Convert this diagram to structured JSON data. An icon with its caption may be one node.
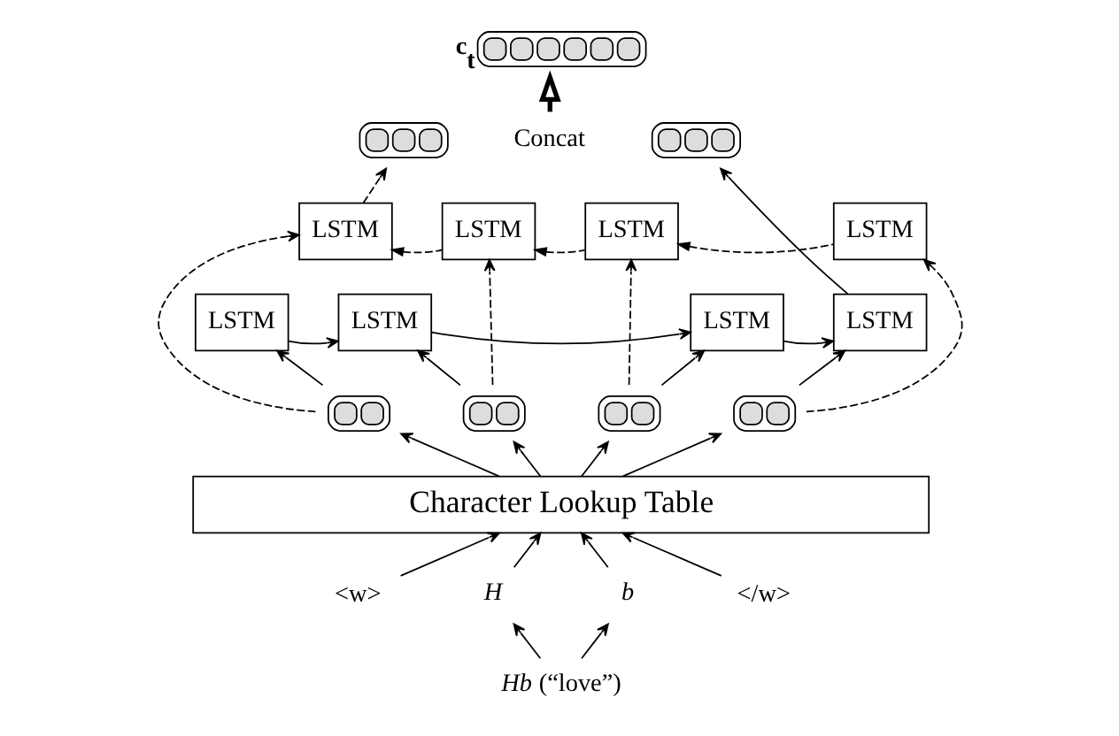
{
  "diagram": {
    "nodes": [
      {
        "text": [],
        "shape": "bar",
        "beside": [
          "c$_{t}$"
        ]
      },
      {
        "text": [],
        "shape": "bar"
      },
      {
        "text": [
          "Concat"
        ]
      },
      {
        "text": [],
        "shape": "bar"
      },
      {
        "text": [
          "LSTM"
        ]
      },
      {
        "text": [
          "LSTM"
        ]
      },
      {
        "text": [
          "LSTM"
        ]
      },
      {
        "text": [
          "LSTM"
        ]
      },
      {
        "text": [
          "LSTM"
        ]
      },
      {
        "text": [
          "LSTM"
        ]
      },
      {
        "text": [
          "LSTM"
        ]
      },
      {
        "text": [
          "LSTM"
        ]
      },
      {
        "text": [],
        "shape": "bar"
      },
      {
        "text": [],
        "shape": "bar"
      },
      {
        "text": [],
        "shape": "bar"
      },
      {
        "text": [],
        "shape": "bar"
      },
      {
        "text": [
          "Character Lookup Table"
        ]
      },
      {
        "text": [
          "<w>"
        ]
      },
      {
        "text": [
          "H"
        ]
      },
      {
        "text": [
          "b"
        ]
      },
      {
        "text": [
          "</w>"
        ]
      },
      {
        "text": [
          "*Hb* (“love”)"
        ]
      }
    ],
    "edges": [
      {
        "from": 2,
        "to": 0,
        "arrow": "to",
        "style": "thick"
      },
      {
        "from": 7,
        "to": 6,
        "arrow": "to",
        "style": "dashed"
      },
      {
        "from": 6,
        "to": 5,
        "arrow": "to",
        "style": "dashed"
      },
      {
        "from": 5,
        "to": 4,
        "arrow": "to",
        "style": "dashed"
      },
      {
        "from": 4,
        "to": 1,
        "arrow": "to",
        "style": "dashed"
      },
      {
        "from": 8,
        "to": 9,
        "arrow": "to"
      },
      {
        "from": 9,
        "to": 10,
        "arrow": "to"
      },
      {
        "from": 10,
        "to": 11,
        "arrow": "to"
      },
      {
        "from": 11,
        "to": 3,
        "arrow": "to"
      },
      {
        "from": 12,
        "to": 8,
        "arrow": "to"
      },
      {
        "from": 12,
        "to": 4,
        "arrow": "to",
        "style": "dashed"
      },
      {
        "from": 13,
        "to": 9,
        "arrow": "to"
      },
      {
        "from": 13,
        "to": 5,
        "arrow": "to",
        "style": "dashed"
      },
      {
        "from": 14,
        "to": 10,
        "arrow": "to"
      },
      {
        "from": 14,
        "to": 6,
        "arrow": "to",
        "style": "dashed"
      },
      {
        "from": 15,
        "to": 11,
        "arrow": "to"
      },
      {
        "from": 15,
        "to": 7,
        "arrow": "to",
        "style": "dashed"
      },
      {
        "from": 16,
        "to": 12,
        "arrow": "to"
      },
      {
        "from": 16,
        "to": 13,
        "arrow": "to"
      },
      {
        "from": 16,
        "to": 14,
        "arrow": "to"
      },
      {
        "from": 16,
        "to": 15,
        "arrow": "to"
      },
      {
        "from": 17,
        "to": 16,
        "arrow": "to"
      },
      {
        "from": 18,
        "to": 16,
        "arrow": "to"
      },
      {
        "from": 19,
        "to": 16,
        "arrow": "to"
      },
      {
        "from": 20,
        "to": 16,
        "arrow": "to"
      },
      {
        "from": 21,
        "to": 18,
        "arrow": "to"
      },
      {
        "from": 21,
        "to": 19,
        "arrow": "to"
      }
    ]
  }
}
